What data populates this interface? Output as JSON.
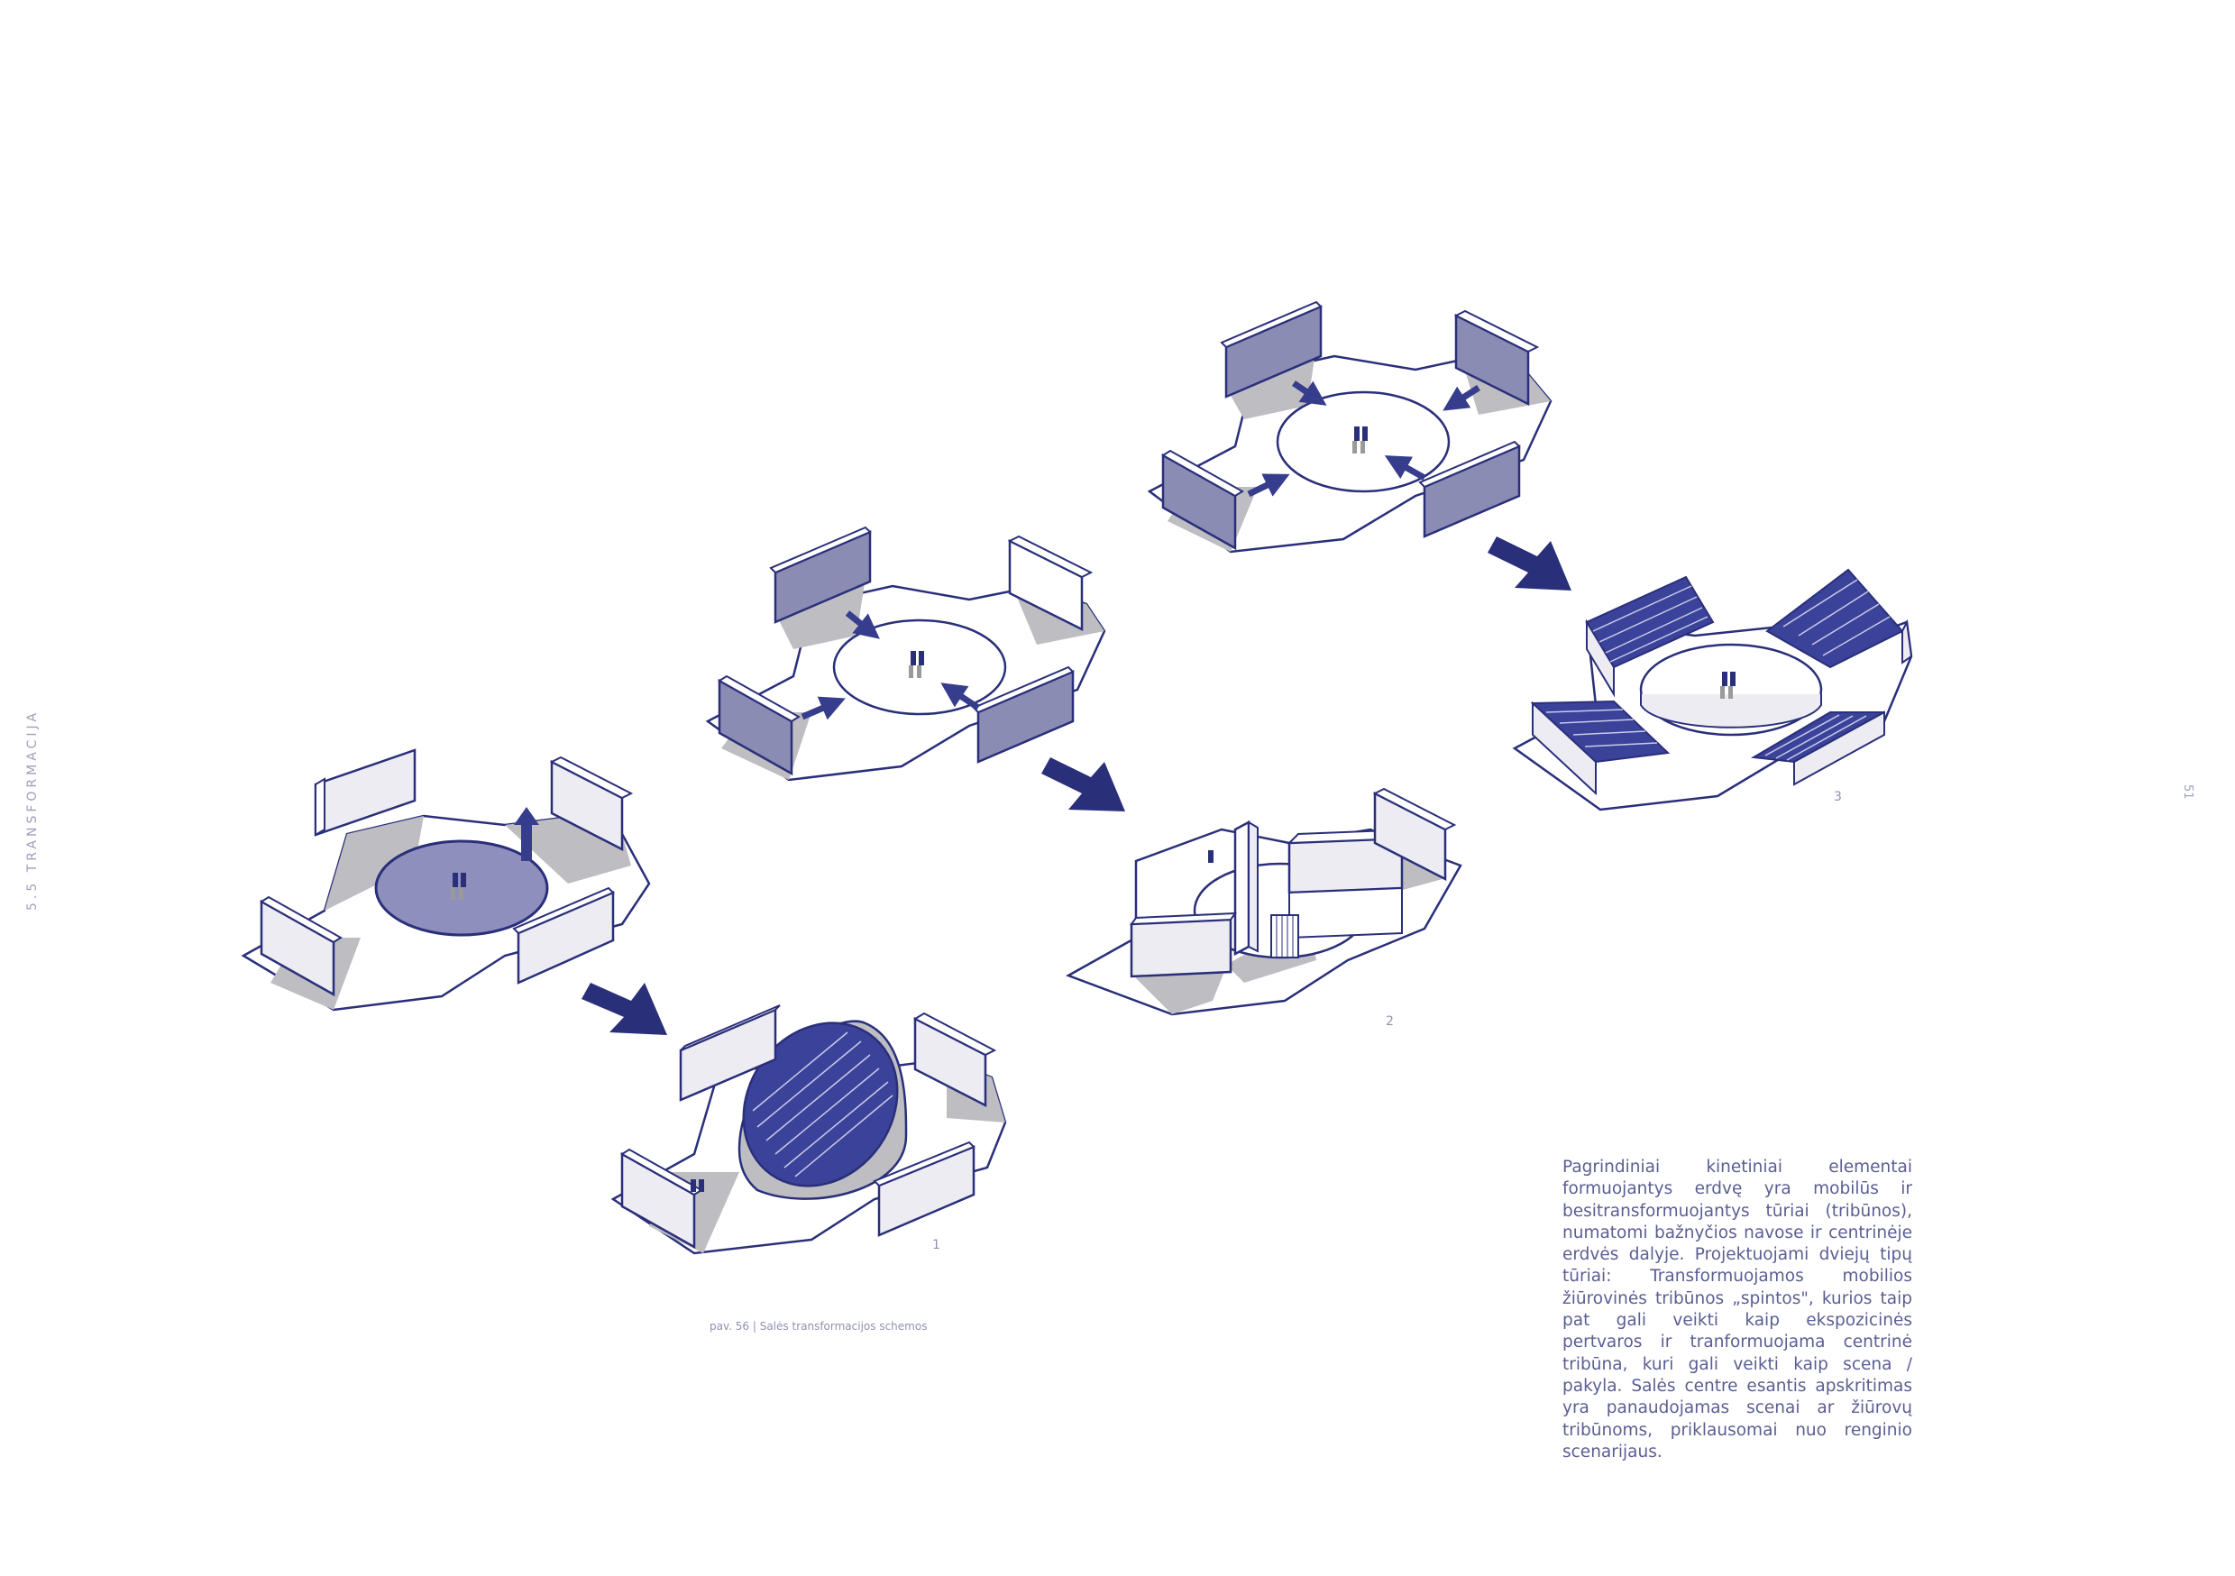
{
  "page": {
    "side_label": "5.5 TRANSFORMACIJA",
    "page_number": "51"
  },
  "figure": {
    "caption": "pav. 56 | Salės transformacijos schemos",
    "stage_labels": [
      "1",
      "2",
      "3"
    ]
  },
  "description": "Pagrindiniai kinetiniai elementai formuojantys erdvę yra mobilūs ir besitransformuojantys tūriai (tribūnos), numatomi bažnyčios navose ir centrinėje erdvės dalyje. Projektuojami dviejų tipų tūriai: Transformuojamos mobilios žiūrovinės tribūnos „spintos\", kurios taip pat gali veikti kaip ekspozicinės pertvaros ir tranformuojama centrinė tribūna, kuri gali veikti kaip scena / pakyla. Salės centre esantis apskritimas yra panaudojamas scenai ar žiūrovų tribūnoms, priklausomai nuo renginio scenarijaus.",
  "colors": {
    "outline": "#2a2f7a",
    "accent": "#363d8c",
    "fill_light": "#e8e8ef",
    "shadow": "#bdbdc2",
    "circle_fill": "#8e8fbd",
    "panel_face": "#8a8cb3"
  }
}
